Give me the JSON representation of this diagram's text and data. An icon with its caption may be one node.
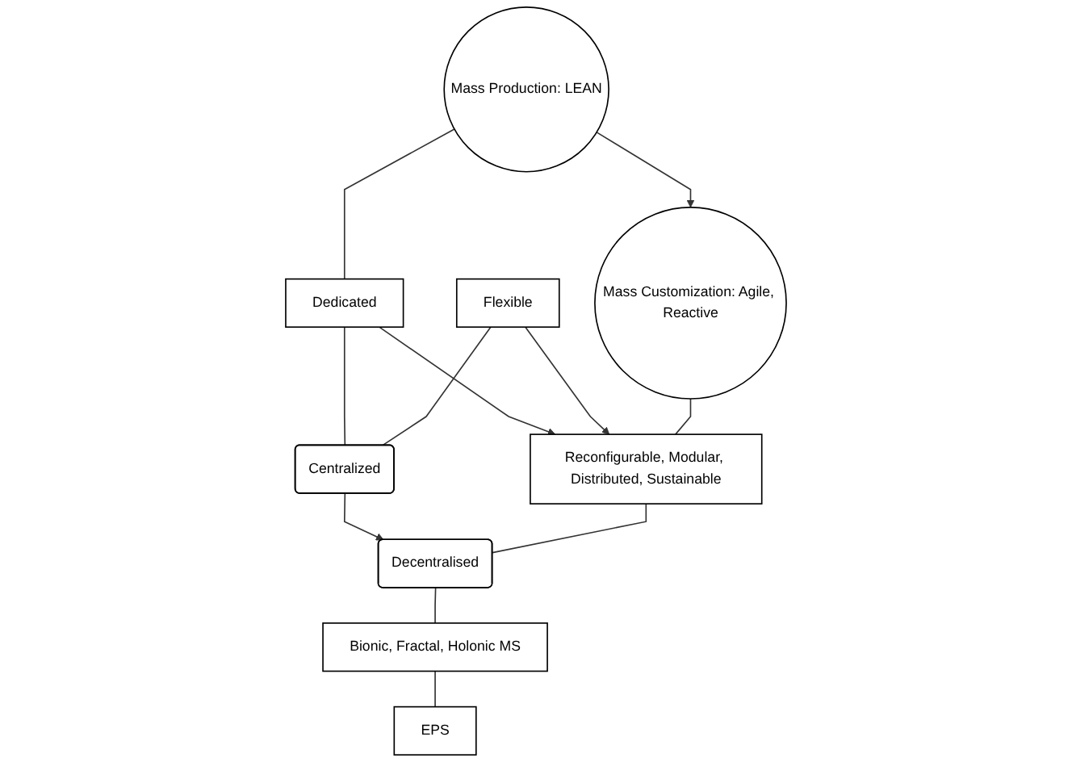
{
  "diagram": {
    "nodes": [
      {
        "text": [
          "Mass Production: LEAN"
        ]
      },
      {
        "text": [
          "Mass Customization: Agile, Reactive"
        ]
      },
      {
        "text": [
          "Dedicated"
        ]
      },
      {
        "text": [
          "Flexible"
        ]
      },
      {
        "text": [
          "Reconfigurable, Modular, Distributed, Sustainable"
        ]
      },
      {
        "text": [
          "Centralized"
        ]
      },
      {
        "text": [
          "Decentralised"
        ]
      },
      {
        "text": [
          "Bionic, Fractal, Holonic MS"
        ]
      },
      {
        "text": [
          "EPS"
        ]
      }
    ],
    "edges": [
      {
        "from": 0,
        "to": 1,
        "arrow": "to"
      },
      {
        "from": 0,
        "to": 2,
        "arrow": "none"
      },
      {
        "from": 2,
        "to": 4,
        "arrow": "to"
      },
      {
        "from": 3,
        "to": 4,
        "arrow": "to"
      },
      {
        "from": 2,
        "to": 5,
        "arrow": "none"
      },
      {
        "from": 3,
        "to": 5,
        "arrow": "none"
      },
      {
        "from": 1,
        "to": 4,
        "arrow": "none"
      },
      {
        "from": 5,
        "to": 6,
        "arrow": "to"
      },
      {
        "from": 4,
        "to": 6,
        "arrow": "none"
      },
      {
        "from": 6,
        "to": 7,
        "arrow": "none"
      },
      {
        "from": 7,
        "to": 8,
        "arrow": "none"
      }
    ]
  }
}
